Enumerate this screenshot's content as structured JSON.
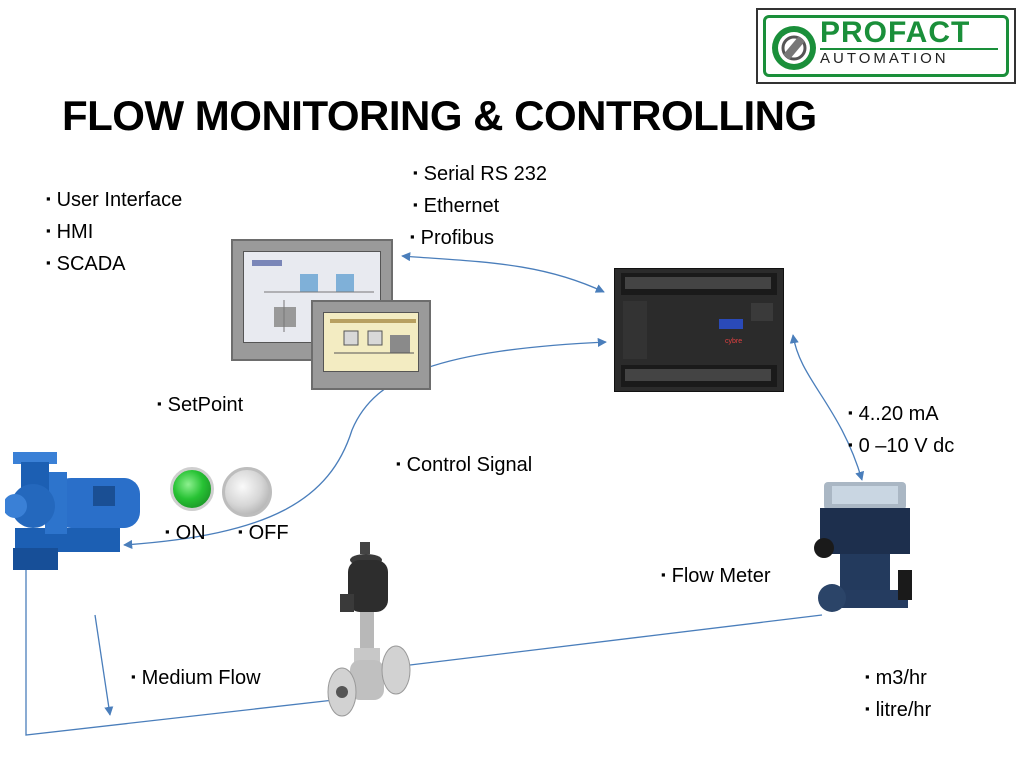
{
  "title": "FLOW MONITORING & CONTROLLING",
  "logo": {
    "name": "PROFACT",
    "subtitle": "AUTOMATION"
  },
  "labels": {
    "comm": [
      "Serial RS 232",
      "Ethernet",
      "Profibus"
    ],
    "hmi": [
      "User Interface",
      "HMI",
      "SCADA"
    ],
    "setpoint": "SetPoint",
    "control_signal": "Control Signal",
    "on": "ON",
    "off": "OFF",
    "analog": [
      "4..20 mA",
      "0 –10 V dc"
    ],
    "flow_meter": "Flow Meter",
    "medium_flow": "Medium Flow",
    "units": [
      "m3/hr",
      "litre/hr"
    ]
  },
  "colors": {
    "connector": "#4a7ebb",
    "logo_green": "#1a8f3a",
    "lamp_on": "#27c234",
    "lamp_off": "#cfcfcf"
  }
}
